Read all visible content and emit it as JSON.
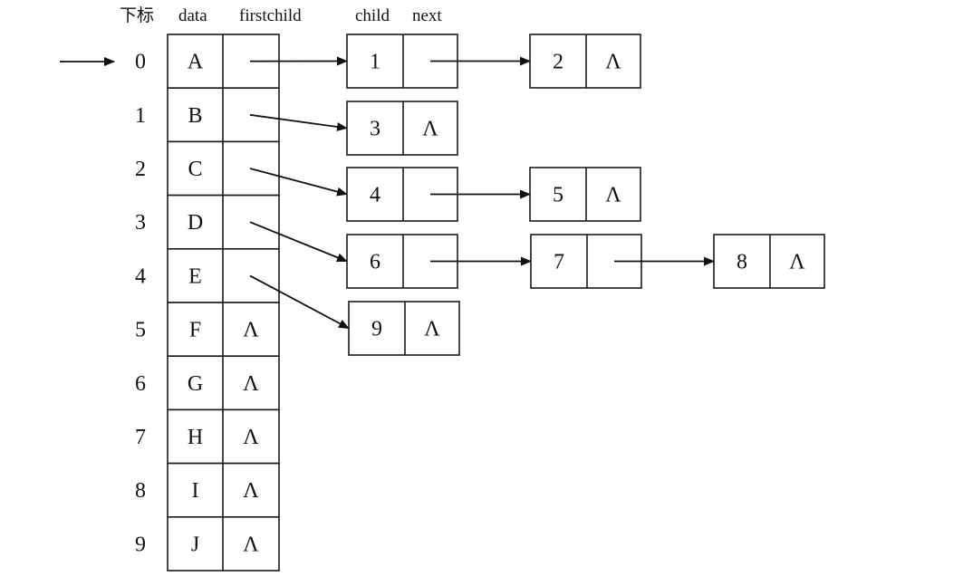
{
  "headers": {
    "index": "下标",
    "data": "data",
    "firstchild": "firstchild",
    "child": "child",
    "next": "next"
  },
  "null_symbol": "Λ",
  "table": [
    {
      "index": "0",
      "data": "A",
      "firstchild": ""
    },
    {
      "index": "1",
      "data": "B",
      "firstchild": ""
    },
    {
      "index": "2",
      "data": "C",
      "firstchild": ""
    },
    {
      "index": "3",
      "data": "D",
      "firstchild": ""
    },
    {
      "index": "4",
      "data": "E",
      "firstchild": ""
    },
    {
      "index": "5",
      "data": "F",
      "firstchild": "Λ"
    },
    {
      "index": "6",
      "data": "G",
      "firstchild": "Λ"
    },
    {
      "index": "7",
      "data": "H",
      "firstchild": "Λ"
    },
    {
      "index": "8",
      "data": "I",
      "firstchild": "Λ"
    },
    {
      "index": "9",
      "data": "J",
      "firstchild": "Λ"
    }
  ],
  "child_lists": [
    {
      "parent": "0",
      "nodes": [
        {
          "child": "1",
          "next": ""
        },
        {
          "child": "2",
          "next": "Λ"
        }
      ]
    },
    {
      "parent": "1",
      "nodes": [
        {
          "child": "3",
          "next": "Λ"
        }
      ]
    },
    {
      "parent": "2",
      "nodes": [
        {
          "child": "4",
          "next": ""
        },
        {
          "child": "5",
          "next": "Λ"
        }
      ]
    },
    {
      "parent": "3",
      "nodes": [
        {
          "child": "6",
          "next": ""
        },
        {
          "child": "7",
          "next": ""
        },
        {
          "child": "8",
          "next": "Λ"
        }
      ]
    },
    {
      "parent": "4",
      "nodes": [
        {
          "child": "9",
          "next": "Λ"
        }
      ]
    }
  ]
}
